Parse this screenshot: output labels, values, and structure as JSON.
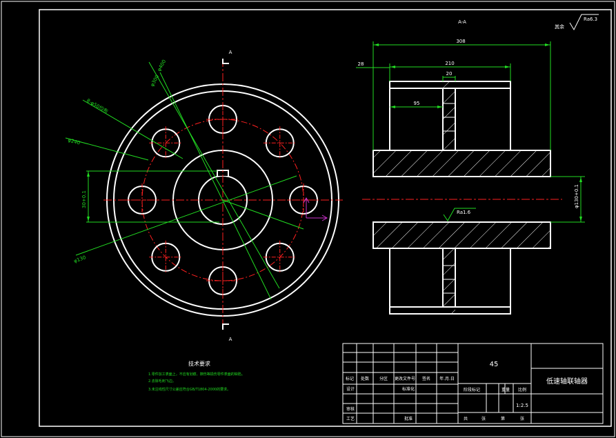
{
  "colors": {
    "background": "#000000",
    "outline": "#ffffff",
    "centerline": "#ff2020",
    "dimension": "#22dd22",
    "ucs": "#cc33cc"
  },
  "front_view": {
    "section_mark_top": "A",
    "section_mark_bottom": "A",
    "dims": {
      "d_outer": "φ400",
      "d_hub": "φ300",
      "d_bolt_holes": "8-φ50均布",
      "d_pitch": "φ240",
      "d_bore": "φ130",
      "keyway": "30+0.1"
    }
  },
  "section_view": {
    "title": "A-A",
    "roughness_other": "其余",
    "roughness_other_value": "Ra6.3",
    "roughness_bore": "Ra1.6",
    "dims": {
      "total_length": "308",
      "flange_inset": "28",
      "hub_length": "210",
      "flange_width": "20",
      "hub_half": "95",
      "bore": "φ130+0.1"
    }
  },
  "tech_requirements": {
    "title": "技术要求",
    "items": [
      "1.零件加工表面上，不应有划痕、擦伤等损伤零件表面的缺陷。",
      "2.去除毛刺飞边。",
      "3.未注线性尺寸公差应符合GB/T1804-2000的要求。"
    ]
  },
  "title_block": {
    "material": "45",
    "part_name": "低速轴联轴器",
    "scale_value": "1:2.5",
    "headers": [
      "标记",
      "处数",
      "分区",
      "更改文件号",
      "签名",
      "年.月.日"
    ],
    "labels": {
      "design": "设计",
      "standardize": "标准化",
      "review": "审核",
      "process": "工艺",
      "approve": "批准",
      "stage_mark": "阶段标记",
      "weight": "重量",
      "scale": "比例",
      "sheets_total": "共",
      "sheet_zhang": "张",
      "sheet_no": "第",
      "sheet_zhang2": "张"
    }
  }
}
